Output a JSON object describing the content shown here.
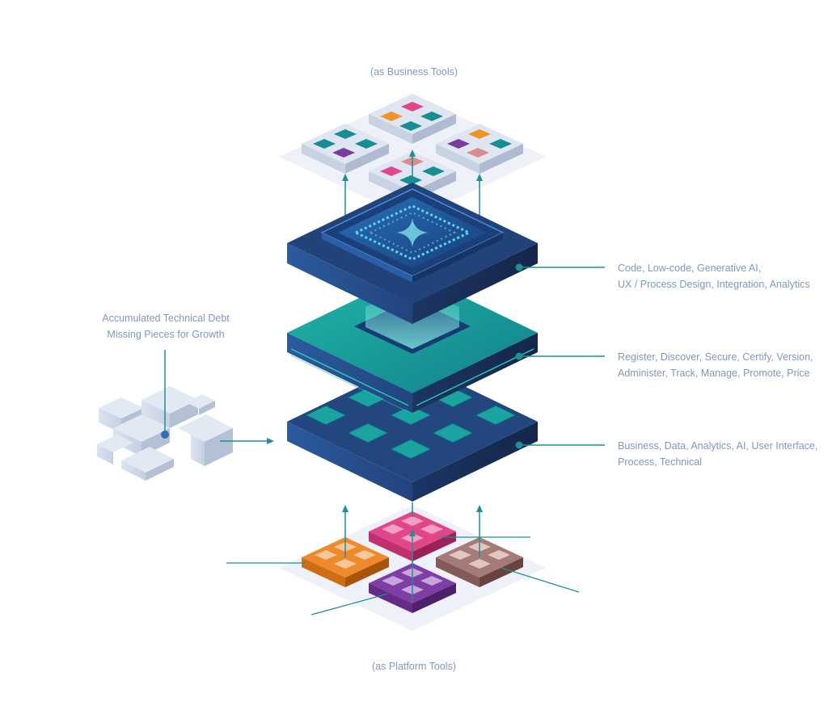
{
  "captions": {
    "top": "(as Business Tools)",
    "bottom": "(as Platform Tools)"
  },
  "debt": {
    "line1": "Accumulated Technical Debt",
    "line2": "Missing Pieces for Growth"
  },
  "layers": [
    {
      "line1": "Code, Low-code, Generative AI,",
      "line2": "UX / Process Design, Integration, Analytics"
    },
    {
      "line1": "Register, Discover, Secure, Certify, Version,",
      "line2": "Administer, Track, Manage, Promote, Price"
    },
    {
      "line1": "Business, Data, Analytics, AI, User Interface,",
      "line2": "Process, Technical"
    }
  ],
  "colors": {
    "text": "#7f99b8",
    "connector": "#1e8f93",
    "dark_slab": "#2a4f8c",
    "teal_slab": "#1ca49e",
    "light_block": "#c9d6e8",
    "orange": "#e9822b",
    "pink": "#e0468a",
    "purple": "#7a3b9c",
    "brown": "#9b6f6c"
  }
}
